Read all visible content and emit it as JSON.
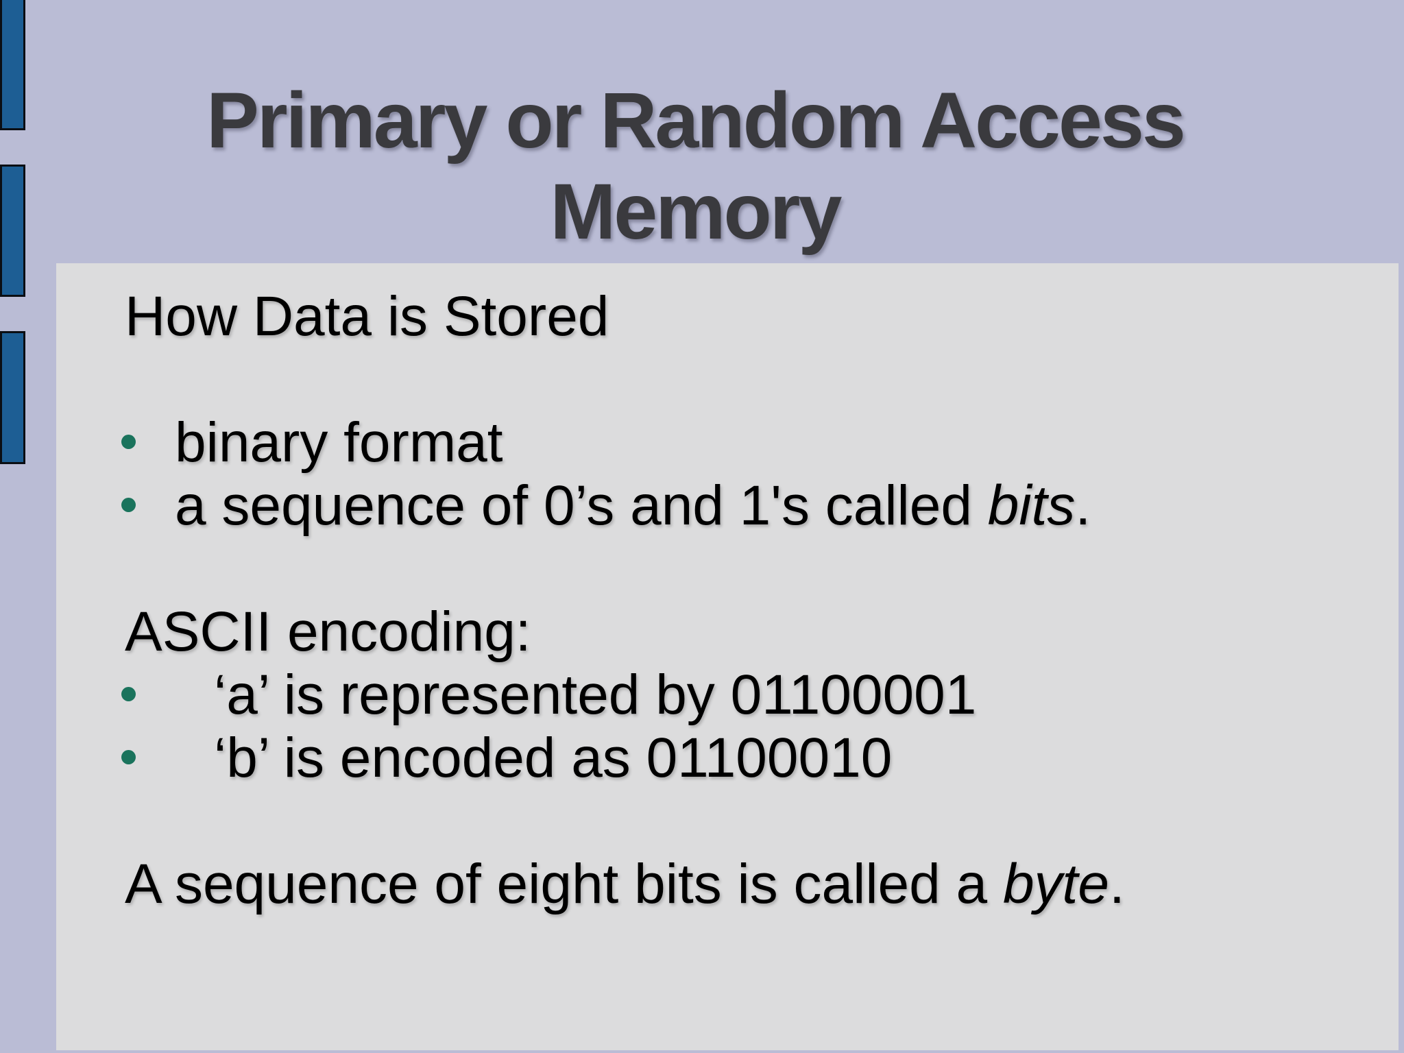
{
  "slide_title": {
    "line1": "Primary or Random Access",
    "line2": "Memory"
  },
  "content": {
    "heading": "How Data is Stored",
    "bullet_binary_format": "binary format",
    "bullet_sequence": {
      "pre": "a sequence of 0’s and 1's called ",
      "italic": "bits",
      "post": "."
    },
    "ascii_heading": "ASCII encoding:",
    "bullet_a": "‘a’ is represented by 01100001",
    "bullet_b": "‘b’ is encoded as 01100010",
    "closing": {
      "pre": "A sequence of eight bits is called a ",
      "italic": "byte",
      "post": "."
    }
  },
  "colors": {
    "page-bg": "#babcd5",
    "panel-bg": "#dcdcdd",
    "title-color": "#3a3a3e",
    "body-color": "#000000",
    "bullet-color": "#1a735c",
    "block-fill": "#1d5e94",
    "block-border": "#0b0e13"
  }
}
